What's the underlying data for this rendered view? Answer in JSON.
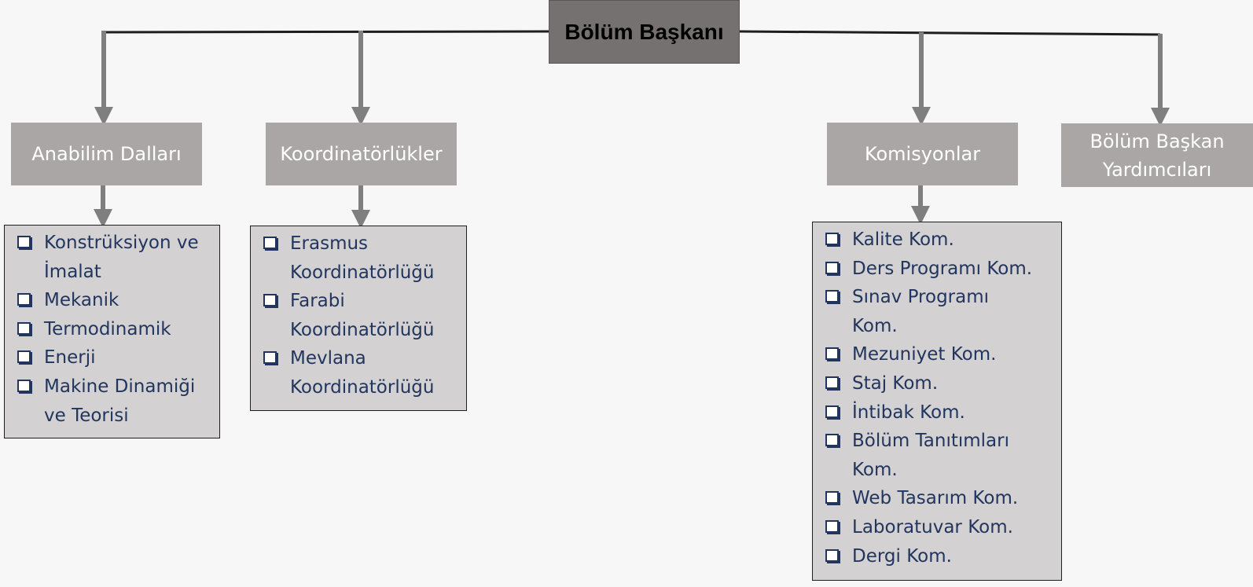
{
  "root": {
    "label": "Bölüm Başkanı"
  },
  "units": [
    {
      "label": "Anabilim Dalları"
    },
    {
      "label": "Koordinatörlükler"
    },
    {
      "label": "Komisyonlar"
    },
    {
      "label": "Bölüm Başkan Yardımcıları"
    }
  ],
  "lists": {
    "anabilim": [
      {
        "lines": [
          "Konstrüksiyon ve",
          "İmalat"
        ]
      },
      {
        "lines": [
          "Mekanik"
        ]
      },
      {
        "lines": [
          "Termodinamik"
        ]
      },
      {
        "lines": [
          "Enerji"
        ]
      },
      {
        "lines": [
          "Makine Dinamiği",
          "ve Teorisi"
        ]
      }
    ],
    "koordinatorluk": [
      {
        "lines": [
          "Erasmus",
          "Koordinatörlüğü"
        ]
      },
      {
        "lines": [
          "Farabi",
          "Koordinatörlüğü"
        ]
      },
      {
        "lines": [
          "Mevlana",
          "Koordinatörlüğü"
        ]
      }
    ],
    "komisyon": [
      {
        "lines": [
          "Kalite Kom."
        ]
      },
      {
        "lines": [
          "Ders Programı Kom."
        ]
      },
      {
        "lines": [
          "Sınav Programı",
          "Kom."
        ]
      },
      {
        "lines": [
          "Mezuniyet Kom."
        ]
      },
      {
        "lines": [
          "Staj Kom."
        ]
      },
      {
        "lines": [
          "İntibak Kom."
        ]
      },
      {
        "lines": [
          "Bölüm Tanıtımları",
          "Kom."
        ]
      },
      {
        "lines": [
          "Web Tasarım Kom."
        ]
      },
      {
        "lines": [
          "Laboratuvar Kom."
        ]
      },
      {
        "lines": [
          "Dergi Kom."
        ]
      }
    ]
  },
  "colors": {
    "root_fill": "#767171",
    "unit_fill": "#aaa6a6",
    "list_fill": "#d3d1d1",
    "list_text": "#22355e",
    "arrow": "#7f7f7f",
    "connector": "#1e1e1e"
  }
}
